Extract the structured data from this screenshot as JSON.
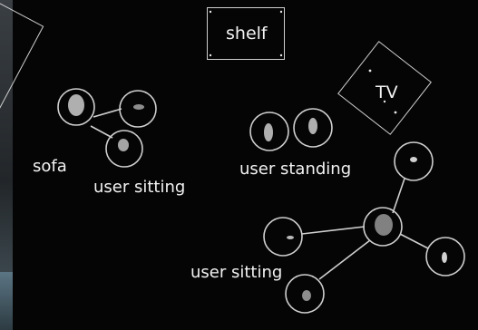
{
  "labels": {
    "shelf": "shelf",
    "tv": "TV",
    "sofa": "sofa",
    "user_sitting_1": "user sitting",
    "user_standing": "user  standing",
    "user_sitting_2": "user sitting"
  },
  "colors": {
    "background": "#050505",
    "outline": "#cfcfcf",
    "text": "#f2f2f2"
  }
}
